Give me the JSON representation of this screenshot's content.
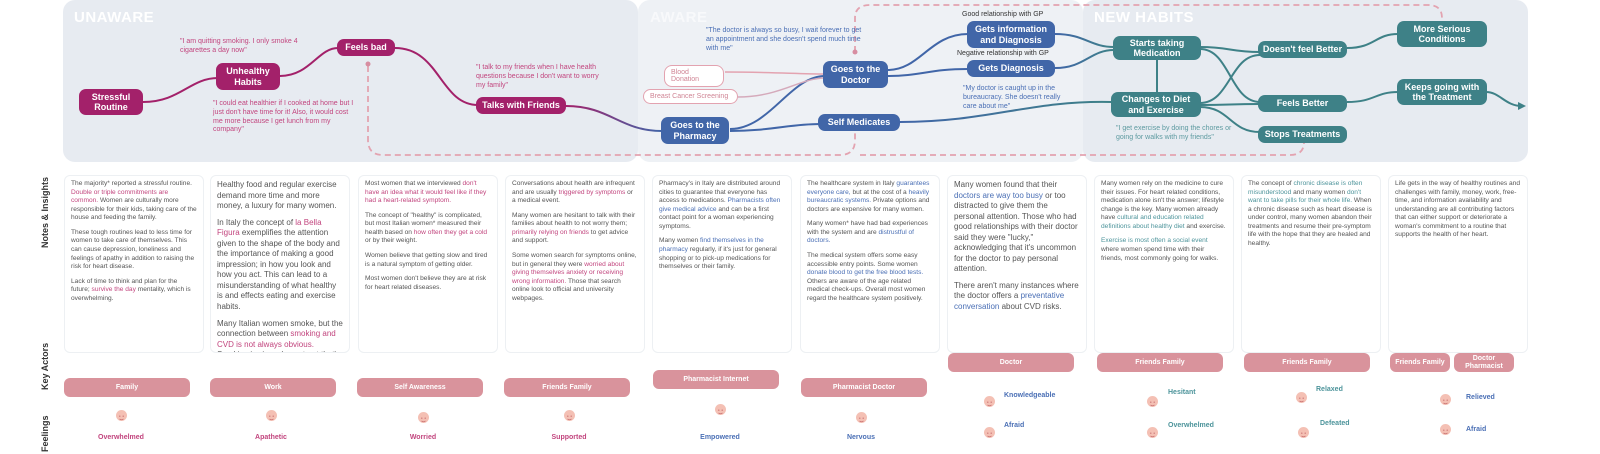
{
  "phases": {
    "unaware": "UNAWARE",
    "aware": "AWARE",
    "new_habits": "NEW HABITS"
  },
  "nodes": {
    "stressful_routine": "Stressful Routine",
    "unhealthy_habits": "Unhealthy Habits",
    "feels_bad": "Feels bad",
    "talks_with_friends": "Talks with Friends",
    "goes_to_pharmacy": "Goes to the Pharmacy",
    "goes_to_doctor": "Goes to the Doctor",
    "self_medicates": "Self Medicates",
    "gets_information": "Gets information and Diagnosis",
    "gets_diagnosis": "Gets Diagnosis",
    "starts_medication": "Starts taking Medication",
    "changes_diet": "Changes to Diet and Exercise",
    "doesnt_feel_better": "Doesn't feel Better",
    "feels_better": "Feels Better",
    "stops_treatments": "Stops Treatments",
    "more_serious": "More Serious Conditions",
    "keeps_going": "Keeps going with the Treatment"
  },
  "pills": {
    "blood_donation": "Blood Donation",
    "breast_cancer": "Breast Cancer Screening"
  },
  "edge_labels": {
    "good_relationship": "Good relationship with GP",
    "negative_relationship": "Negative relationship with GP"
  },
  "quotes": {
    "smoking": "\"I am quitting smoking. I only smoke 4 cigarettes a day now\"",
    "eat_healthier": "\"I could eat healthier if I cooked at home but I just don't have time for it! Also, it would cost me more because I get lunch from my company\"",
    "talk_friends": "\"I talk to my friends when I have health questions because I don't want to worry my family\"",
    "doctor_busy": "\"The doctor is always so busy, I wait forever to get an appointment and she doesn't spend much time with me\"",
    "bureaucracy": "\"My doctor is caught up in the bureaucracy. She doesn't really care about me\"",
    "exercise": "\"I get exercise by doing the chores or going for walks with my friends\""
  },
  "row_labels": {
    "notes": "Notes & Insights",
    "actors": "Key Actors",
    "feelings": "Feelings"
  },
  "notes": [
    {
      "id": "routine",
      "paragraphs": [
        [
          {
            "t": "The majority* reported a stressful routine. "
          },
          {
            "t": "Double or triple commitments are common.",
            "c": "hm"
          },
          {
            "t": " Women are culturally more responsible for their kids, taking care of the house and feeding the family."
          }
        ],
        [
          {
            "t": "These tough routines lead to less time for women to take care of themselves. This can cause depression, loneliness and feelings of apathy in addition to raising the risk for heart disease."
          }
        ],
        [
          {
            "t": "Lack of time to think and plan for the future; "
          },
          {
            "t": "survive the day",
            "c": "hm"
          },
          {
            "t": " mentality, which is overwhelming."
          }
        ]
      ]
    },
    {
      "id": "habits",
      "paragraphs": [
        [
          {
            "t": "Healthy food and regular exercise demand more time and more money, a luxury for many women."
          }
        ],
        [
          {
            "t": "In Italy the concept of "
          },
          {
            "t": "la Bella Figura",
            "c": "hm"
          },
          {
            "t": " exemplifies the attention given to the shape of the body and the importance of making a good impression; in how you look and how you act. This can lead to a misunderstanding of what healthy is and effects eating and exercise habits."
          }
        ],
        [
          {
            "t": "Many Italian women smoke, but the connection between "
          },
          {
            "t": "smoking and CVD is not always obvious.",
            "c": "hm"
          },
          {
            "t": " Smoking is viewed as a treat that's earned to relax during a stressful day."
          }
        ]
      ]
    },
    {
      "id": "feels_bad",
      "paragraphs": [
        [
          {
            "t": "Most women that we interviewed "
          },
          {
            "t": "don't have an idea what it would feel like if they had a heart-related symptom.",
            "c": "hm"
          }
        ],
        [
          {
            "t": "The concept of \"healthy\" is complicated, but most Italian women* measured their health based on "
          },
          {
            "t": "how often they get a cold",
            "c": "hm"
          },
          {
            "t": " or by their weight."
          }
        ],
        [
          {
            "t": "Women believe that getting slow and tired is a natural symptom of getting older."
          }
        ],
        [
          {
            "t": "Most women don't believe they are at risk for heart related diseases."
          }
        ]
      ]
    },
    {
      "id": "friends",
      "paragraphs": [
        [
          {
            "t": "Conversations about health are infrequent and are usually "
          },
          {
            "t": "triggered by symptoms",
            "c": "hm"
          },
          {
            "t": " or a medical event."
          }
        ],
        [
          {
            "t": "Many women are hesitant to talk with their families about health to not worry them; "
          },
          {
            "t": "primarily relying on friends",
            "c": "hm"
          },
          {
            "t": " to get advice and support."
          }
        ],
        [
          {
            "t": "Some women search for symptoms online, but in general they were "
          },
          {
            "t": "worried about giving themselves anxiety or receiving wrong information.",
            "c": "hm"
          },
          {
            "t": " Those that search online look to official and university webpages."
          }
        ]
      ]
    },
    {
      "id": "pharmacy",
      "paragraphs": [
        [
          {
            "t": "Pharmacy's in Italy are distributed around cities to guarantee that everyone has access to medications. "
          },
          {
            "t": "Pharmacists often give medical advice",
            "c": "hb"
          },
          {
            "t": " and can be a first contact point for a woman experiencing symptoms."
          }
        ],
        [
          {
            "t": "Many women "
          },
          {
            "t": "find themselves in the pharmacy",
            "c": "hb"
          },
          {
            "t": " regularly, if it's just for general shopping or to pick-up medications for themselves or their family."
          }
        ]
      ]
    },
    {
      "id": "doctor",
      "paragraphs": [
        [
          {
            "t": "The healthcare system in Italy "
          },
          {
            "t": "guarantees everyone care,",
            "c": "hb"
          },
          {
            "t": " but at the cost of a "
          },
          {
            "t": "heavily bureaucratic systems.",
            "c": "hb"
          },
          {
            "t": " Private options and doctors are expensive for many women."
          }
        ],
        [
          {
            "t": "Many women* have had bad experiences with the system and are "
          },
          {
            "t": "distrustful of doctors.",
            "c": "hb"
          }
        ],
        [
          {
            "t": "The medical system offers some easy accessible entry points. Some women "
          },
          {
            "t": "donate blood to get the free blood tests.",
            "c": "hb"
          },
          {
            "t": " Others are aware of the age related medical check-ups. Overall most women regard the healthcare system positively."
          }
        ]
      ]
    },
    {
      "id": "diagnosis",
      "paragraphs": [
        [
          {
            "t": "Many women found that their "
          },
          {
            "t": "doctors are way too busy",
            "c": "hb"
          },
          {
            "t": " or too distracted to give them the personal attention. Those who had good relationships with their doctor said they were \"lucky,\" acknowledging that it's uncommon for the doctor to pay personal attention."
          }
        ],
        [
          {
            "t": "There aren't many instances where the doctor offers a "
          },
          {
            "t": "preventative conversation",
            "c": "hb"
          },
          {
            "t": " about CVD risks."
          }
        ]
      ]
    },
    {
      "id": "new_habits",
      "paragraphs": [
        [
          {
            "t": "Many women rely on the medicine to cure their issues. For heart related conditions, medication alone isn't the answer; lifestyle change is the key. Many women already have "
          },
          {
            "t": "cultural and education related definitions about healthy diet",
            "c": "ht"
          },
          {
            "t": " and exercise."
          }
        ],
        [
          {
            "t": "Exercise is most often a social event",
            "c": "ht"
          },
          {
            "t": " where women spend time with their friends, most commonly going for walks."
          }
        ]
      ]
    },
    {
      "id": "outcomes",
      "paragraphs": [
        [
          {
            "t": "The concept of "
          },
          {
            "t": "chronic disease is often misunderstood",
            "c": "ht"
          },
          {
            "t": " and many women "
          },
          {
            "t": "don't want to take pills for their whole life.",
            "c": "ht"
          },
          {
            "t": " When a chronic disease such as heart disease is under control, many women abandon their treatments and resume their pre-symptom life with the hope that they are healed and healthy."
          }
        ]
      ]
    },
    {
      "id": "life",
      "paragraphs": [
        [
          {
            "t": "Life gets in the way of healthy routines and challenges with family, money, work, free-time, and information availability and understanding are all contributing factors that can either support or deteriorate a woman's commitment to a routine that supports the health of her heart."
          }
        ]
      ]
    }
  ],
  "actors": [
    "Family",
    "Work",
    "Self Awareness",
    "Friends Family",
    "Pharmacist Internet",
    "Pharmacist Doctor",
    "Doctor",
    "Friends Family",
    "Friends Family",
    "Friends Family",
    "Doctor Pharmacist"
  ],
  "feelings": [
    "Overwhelmed",
    "Apathetic",
    "Worried",
    "Supported",
    "Empowered",
    "Nervous",
    "Knowledgeable",
    "Afraid",
    "Hesitant",
    "Overwhelmed",
    "Relaxed",
    "Defeated",
    "Relieved",
    "Afraid"
  ],
  "colors": {
    "magenta": "#a3216a",
    "blue": "#4166a8",
    "teal": "#3e8187",
    "panel": "#e7ebf1",
    "actor": "#d9939c",
    "dashed": "#e3a3b0"
  },
  "icons": [
    "smiley-face-icon",
    "arrow-right-icon"
  ]
}
